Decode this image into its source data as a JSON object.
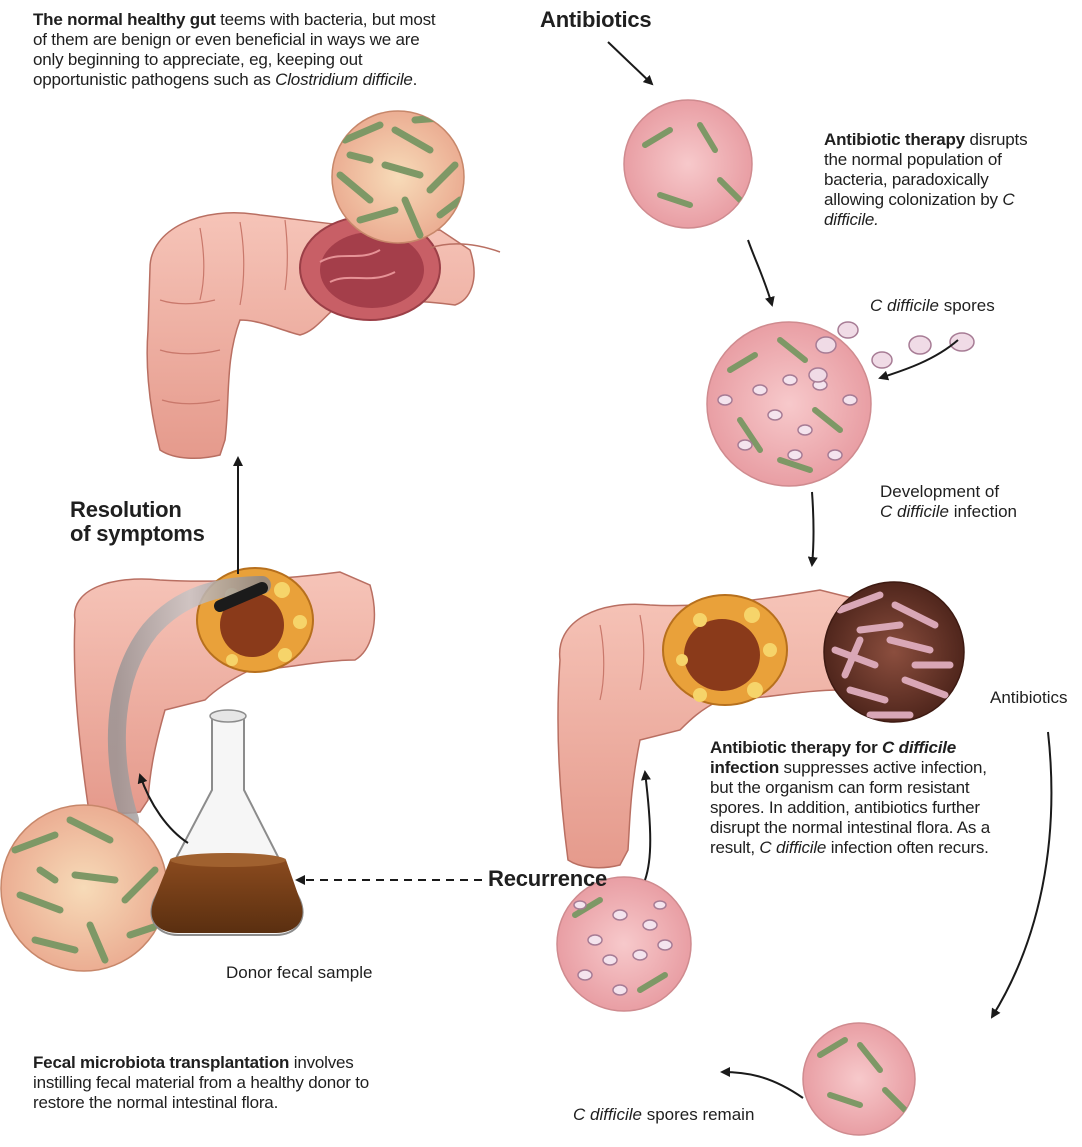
{
  "healthy_gut": {
    "bold": "The normal healthy gut",
    "text_1": " teems with bacteria, but most of them are benign or even beneficial in ways we are only beginning to appreciate, eg, keeping out opportunistic pathogens such as ",
    "italic": "Clostridium difficile",
    "text_2": "."
  },
  "antibiotics_top": "Antibiotics",
  "antibiotic_therapy": {
    "bold": "Antibiotic therapy",
    "text_1": " disrupts the normal population of bacteria, paradoxically allowing colonization by ",
    "italic": "C difficile.",
    "text_2": ""
  },
  "spores_label": {
    "italic": "C difficile",
    "text": " spores"
  },
  "development": {
    "line1": "Development of",
    "italic": "C difficile",
    "text": " infection"
  },
  "resolution": {
    "line1": "Resolution",
    "line2": "of symptoms"
  },
  "antibiotics_right": "Antibiotics",
  "therapy_cdiff": {
    "bold_1": "Antibiotic therapy for ",
    "bold_italic": "C difficile",
    "bold_2": " infection",
    "text_1": " suppresses active infection, but the organism can form resistant spores. In addition, antibiotics further disrupt the normal intestinal flora. As a result, ",
    "italic": "C difficile",
    "text_2": " infection often recurs."
  },
  "recurrence": "Recurrence",
  "donor_sample": "Donor fecal sample",
  "fmt": {
    "bold": "Fecal microbiota transplantation",
    "text": " involves instilling fecal material from a healthy donor to restore the normal intestinal flora."
  },
  "spores_remain": {
    "italic": "C difficile",
    "text": " spores remain"
  },
  "colors": {
    "intestine": "#f1b3a6",
    "intestine_dark": "#c9786b",
    "lumen_healthy": "#d97d7f",
    "infected_lining": "#e9a13a",
    "circle_healthy": "#f2c9a1",
    "circle_pink": "#f3b5b8",
    "circle_infected": "#6e3a2f",
    "bacteria": "#8ea677",
    "spore": "#f4e4ee",
    "fecal_liquid": "#6b3a17"
  }
}
